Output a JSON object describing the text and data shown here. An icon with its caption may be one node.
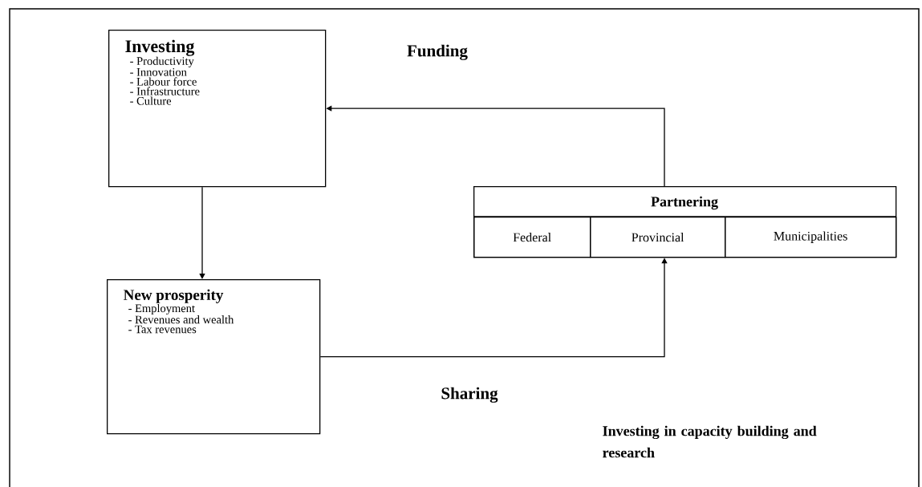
{
  "diagram": {
    "nodes": [
      {
        "text": [
          "Investing",
          "- Productivity",
          "- Innovation",
          "- Labour force",
          "- Infrastructure",
          "- Culture"
        ]
      },
      {
        "text": [
          "New prosperity",
          "- Employment",
          "- Revenues and wealth",
          "- Tax revenues"
        ]
      },
      {
        "text": [
          "Partnering"
        ]
      },
      {
        "text": [
          "Federal"
        ],
        "in": 2
      },
      {
        "text": [
          "Provincial"
        ],
        "in": 2
      },
      {
        "text": [
          "Municipalities"
        ],
        "in": 2
      }
    ],
    "edges": [
      {
        "from": 0,
        "to": 1,
        "arrow": "to"
      },
      {
        "from": 1,
        "to": 4,
        "arrow": "to"
      },
      {
        "from": 2,
        "to": 0,
        "arrow": "to"
      }
    ],
    "labels": [
      "Funding",
      "Sharing",
      "Investing in capacity building and research"
    ]
  }
}
